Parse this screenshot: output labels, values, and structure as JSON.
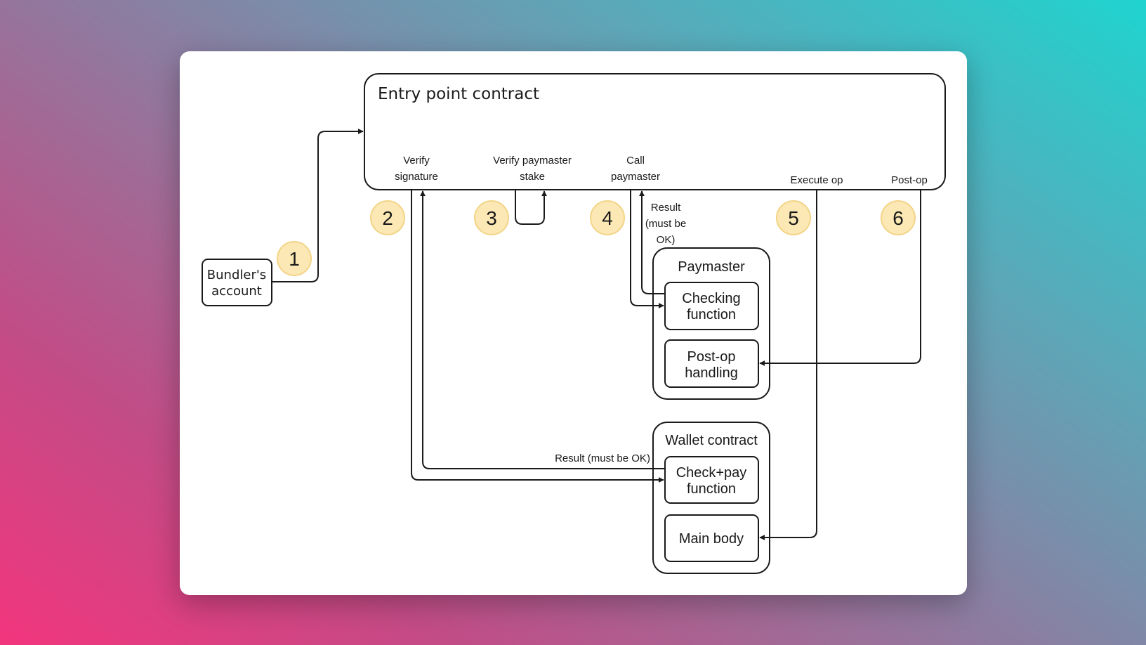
{
  "diagram": {
    "entry_point_title": "Entry point contract",
    "steps": [
      {
        "label_line1": "Verify",
        "label_line2": "signature"
      },
      {
        "label_line1": "Verify paymaster",
        "label_line2": "stake"
      },
      {
        "label_line1": "Call",
        "label_line2": "paymaster"
      },
      {
        "label_line1": "Execute op"
      },
      {
        "label_line1": "Post-op"
      }
    ],
    "badges": [
      "1",
      "2",
      "3",
      "4",
      "5",
      "6"
    ],
    "bundler": {
      "line1": "Bundler's",
      "line2": "account"
    },
    "paymaster": {
      "title": "Paymaster",
      "checking": {
        "line1": "Checking",
        "line2": "function"
      },
      "postop": {
        "line1": "Post-op",
        "line2": "handling"
      },
      "result": {
        "line1": "Result",
        "line2": "(must be",
        "line3": "OK)"
      }
    },
    "wallet": {
      "title": "Wallet contract",
      "checkpay": {
        "line1": "Check+pay",
        "line2": "function"
      },
      "mainbody": "Main body",
      "result": "Result (must be OK)"
    }
  }
}
